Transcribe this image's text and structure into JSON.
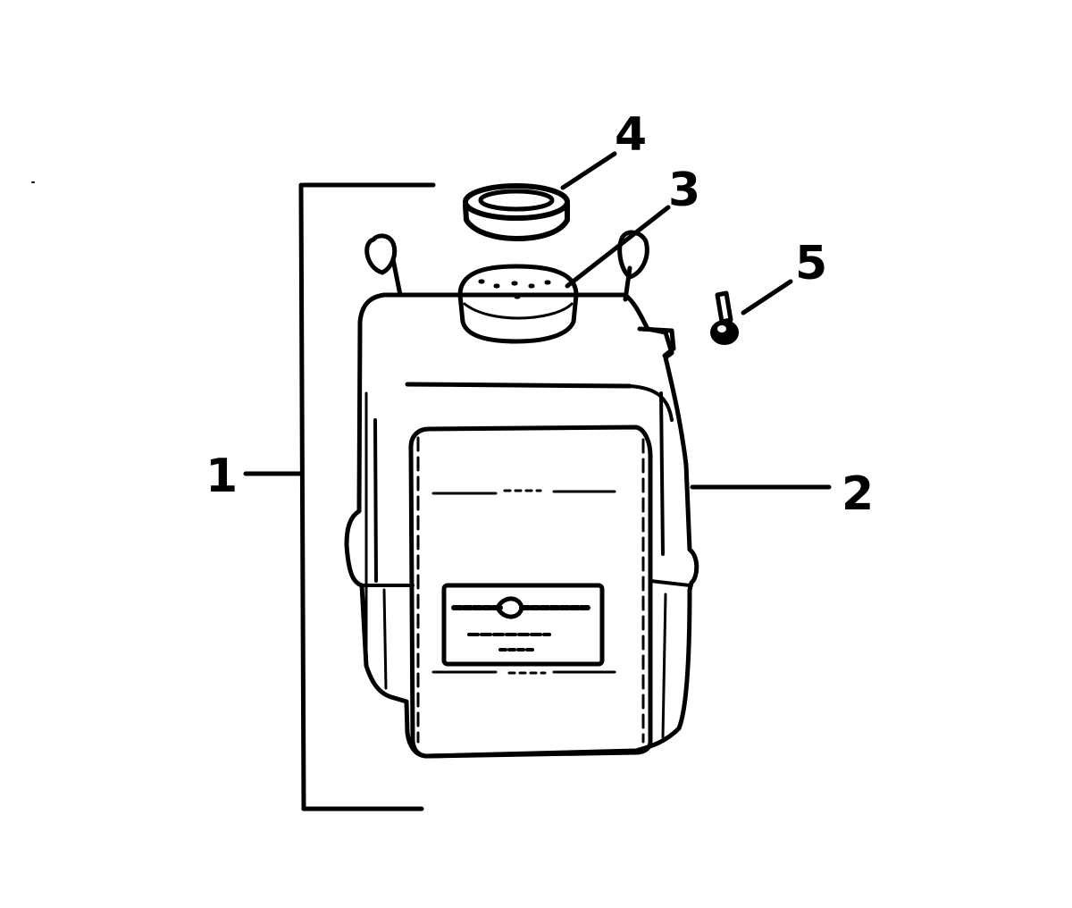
{
  "diagram": {
    "callouts": {
      "one": "1",
      "two": "2",
      "three": "3",
      "four": "4",
      "five": "5"
    }
  },
  "colors": {
    "ink": "#000000",
    "paper": "#ffffff"
  }
}
